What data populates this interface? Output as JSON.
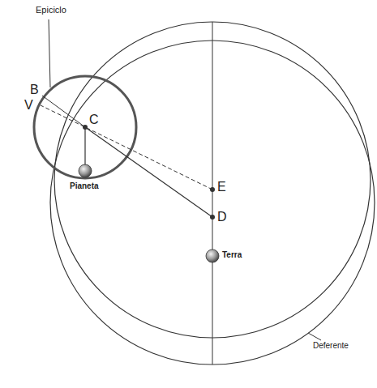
{
  "diagram": {
    "labels": [
      "Epiciclo",
      "B",
      "V",
      "C",
      "Pianeta",
      "E",
      "D",
      "Terra",
      "Deferente"
    ]
  }
}
